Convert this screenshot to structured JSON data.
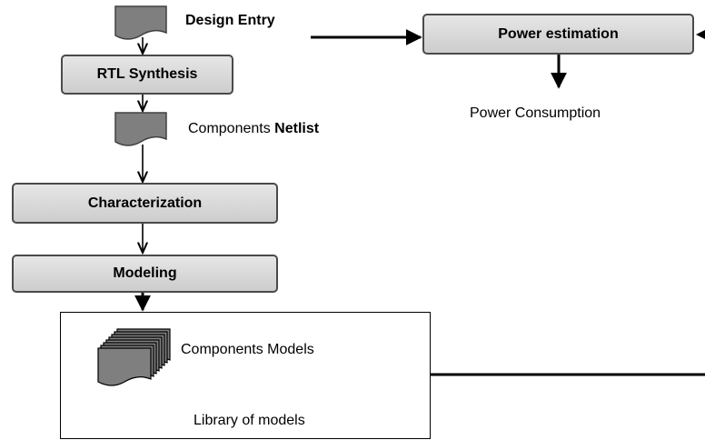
{
  "diagram": {
    "design_entry": "Design Entry",
    "rtl_synthesis": "RTL Synthesis",
    "components_netlist_prefix": "Components ",
    "components_netlist_bold": "Netlist",
    "characterization": "Characterization",
    "modeling": "Modeling",
    "components_models": "Components Models",
    "library_of_models": "Library of models",
    "power_estimation": "Power estimation",
    "power_consumption": "Power Consumption"
  },
  "colors": {
    "box_fill_top": "#e6e6e6",
    "box_fill_bottom": "#cdcdcd",
    "box_border": "#4a4a4a",
    "document_fill": "#7f7f7f",
    "line": "#000000"
  },
  "icons": {
    "design_entry": "document-icon",
    "netlist": "document-icon",
    "models": "document-stack-icon"
  }
}
